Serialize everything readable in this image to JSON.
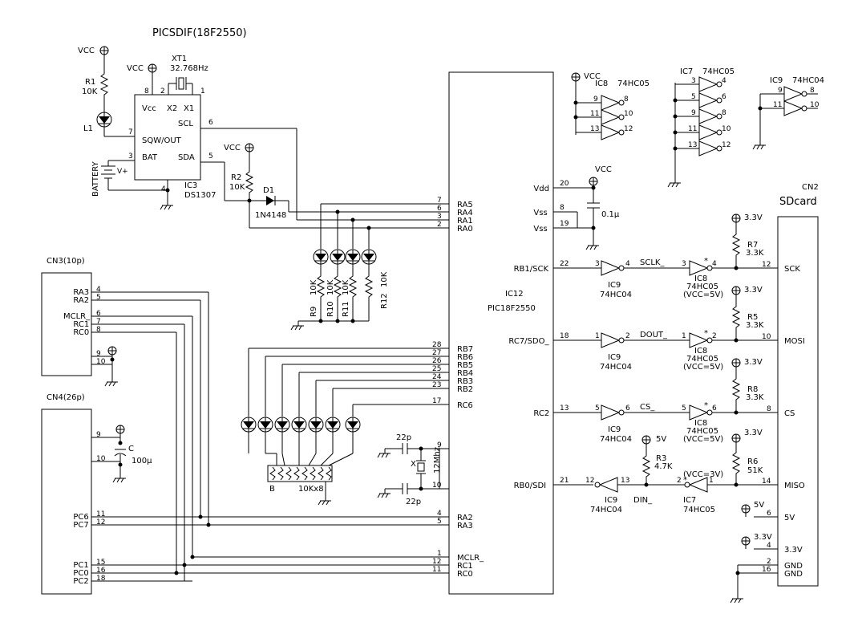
{
  "title": "PICSDIF(18F2550)",
  "ic3": {
    "ref": "IC3",
    "part": "DS1307",
    "vcc": "Vcc",
    "x2": "X2",
    "x1": "X1",
    "scl": "SCL",
    "sqw": "SQW/OUT",
    "bat": "BAT",
    "sda": "SDA",
    "pin8": "8",
    "pin2": "2",
    "pin1": "1",
    "pin6": "6",
    "pin7": "7",
    "pin3": "3",
    "pin5": "5",
    "pin4": "4"
  },
  "xt1": {
    "ref": "XT1",
    "value": "32.768Hz"
  },
  "r1": {
    "ref": "R1",
    "value": "10K"
  },
  "r2": {
    "ref": "R2",
    "value": "10K"
  },
  "l1": "L1",
  "battery": "BATTERY",
  "vplus": "V+",
  "d1": {
    "ref": "D1",
    "part": "1N4148"
  },
  "vcc": "VCC",
  "v33": "3.3V",
  "v5": "5V",
  "ic12": {
    "ref": "IC12",
    "part": "PIC18F2550",
    "left": [
      [
        "7",
        "RA5"
      ],
      [
        "6",
        "RA4"
      ],
      [
        "3",
        "RA1"
      ],
      [
        "2",
        "RA0"
      ],
      [
        "28",
        "RB7"
      ],
      [
        "27",
        "RB6"
      ],
      [
        "26",
        "RB5"
      ],
      [
        "25",
        "RB4"
      ],
      [
        "24",
        "RB3"
      ],
      [
        "23",
        "RB2"
      ],
      [
        "17",
        "RC6"
      ],
      [
        "9",
        ""
      ],
      [
        "10",
        ""
      ],
      [
        "4",
        "RA2"
      ],
      [
        "5",
        "RA3"
      ],
      [
        "1",
        "MCLR_"
      ],
      [
        "12",
        "RC1"
      ],
      [
        "11",
        "RC0"
      ]
    ],
    "right": [
      [
        "20",
        "Vdd"
      ],
      [
        "8",
        "Vss"
      ],
      [
        "19",
        "Vss"
      ],
      [
        "22",
        "RB1/SCK"
      ],
      [
        "18",
        "RC7/SDO_"
      ],
      [
        "13",
        "RC2"
      ],
      [
        "21",
        "RB0/SDI"
      ]
    ]
  },
  "cap01": "0.1μ",
  "cap22": "22p",
  "xtal": {
    "ref": "X",
    "value": "12Mhz"
  },
  "rled": [
    {
      "ref": "R9",
      "value": "10K"
    },
    {
      "ref": "R10",
      "value": "10K"
    },
    {
      "ref": "R11",
      "value": "10K"
    },
    {
      "ref": "R12",
      "value": "10K"
    }
  ],
  "rnet": {
    "ref": "B",
    "value": "10Kx8"
  },
  "cn3": {
    "title": "CN3(10p)",
    "pins": [
      [
        "RA3",
        "4"
      ],
      [
        "RA2",
        "5"
      ],
      [
        "MCLR_",
        "6"
      ],
      [
        "RC1",
        "7"
      ],
      [
        "RC0",
        "8"
      ],
      [
        "",
        "9"
      ],
      [
        "",
        "10"
      ]
    ]
  },
  "cn4": {
    "title": "CN4(26p)",
    "pins": [
      [
        "",
        "9"
      ],
      [
        "",
        "10"
      ],
      [
        "PC6",
        "11"
      ],
      [
        "PC7",
        "12"
      ],
      [
        "PC1",
        "15"
      ],
      [
        "PC0",
        "16"
      ],
      [
        "PC2",
        "18"
      ]
    ],
    "cap": "C",
    "capval": "100μ"
  },
  "cn2": {
    "ref": "CN2",
    "title": "SDcard",
    "pins": [
      [
        "12",
        "SCK"
      ],
      [
        "10",
        "MOSI"
      ],
      [
        "8",
        "CS"
      ],
      [
        "14",
        "MISO"
      ],
      [
        "6",
        "5V"
      ],
      [
        "4",
        "3.3V"
      ],
      [
        "2",
        "GND"
      ],
      [
        "16",
        "GND"
      ]
    ]
  },
  "ic8": {
    "ref": "IC8",
    "part": "74HC05",
    "pins": [
      "9",
      "8",
      "11",
      "10",
      "13",
      "12"
    ]
  },
  "ic7": {
    "ref": "IC7",
    "part": "74HC05",
    "pins": [
      "3",
      "4",
      "5",
      "6",
      "9",
      "8",
      "11",
      "10",
      "13",
      "12"
    ]
  },
  "ic9": {
    "ref": "IC9",
    "part": "74HC04",
    "pins": [
      "9",
      "8",
      "11",
      "10"
    ]
  },
  "res": [
    {
      "ref": "R7",
      "value": "3.3K"
    },
    {
      "ref": "R5",
      "value": "3.3K"
    },
    {
      "ref": "R8",
      "value": "3.3K"
    },
    {
      "ref": "R3",
      "value": "4.7K"
    },
    {
      "ref": "R6",
      "value": "51K"
    }
  ],
  "buf": {
    "sck": {
      "pin_in": "3",
      "pin_out": "4",
      "net": "SCLK_",
      "ref2": "IC8",
      "p2in": "3",
      "p2out": "4",
      "ref1": "IC9",
      "part1": "74HC04",
      "part2": "74HC05",
      "note": "(VCC=5V)"
    },
    "mosi": {
      "pin_in": "1",
      "pin_out": "2",
      "net": "DOUT_",
      "ref2": "IC8",
      "p2in": "1",
      "p2out": "2",
      "ref1": "IC9",
      "part1": "74HC04",
      "part2": "74HC05",
      "note": "(VCC=5V)"
    },
    "cs": {
      "pin_in": "5",
      "pin_out": "6",
      "net": "CS_",
      "ref2": "IC8",
      "p2in": "5",
      "p2out": "6",
      "ref1": "IC9",
      "part1": "74HC04",
      "part2": "74HC05",
      "note": "(VCC=5V)"
    },
    "miso": {
      "pin_in": "13",
      "pin_out": "12",
      "net": "DIN_",
      "ref2": "IC7",
      "p2in": "1",
      "p2out": "2",
      "ref1": "IC9",
      "part1": "74HC04",
      "part2": "74HC05",
      "note": "(VCC=3V)"
    }
  }
}
